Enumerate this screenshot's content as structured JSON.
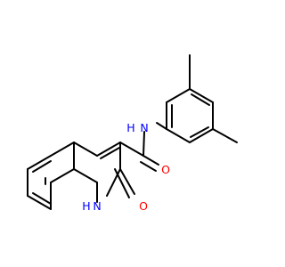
{
  "molecule": {
    "atoms": [
      {
        "id": "nh_amide",
        "label": "N",
        "sub_label": "H",
        "color": "#0000ff"
      },
      {
        "id": "o_amide",
        "label": "O",
        "color": "#ff0000"
      },
      {
        "id": "nh_ring",
        "label": "N",
        "sub_label": "H",
        "color": "#0000ff"
      },
      {
        "id": "o_ring",
        "label": "O",
        "color": "#ff0000"
      }
    ],
    "bond_color": "#000000"
  }
}
